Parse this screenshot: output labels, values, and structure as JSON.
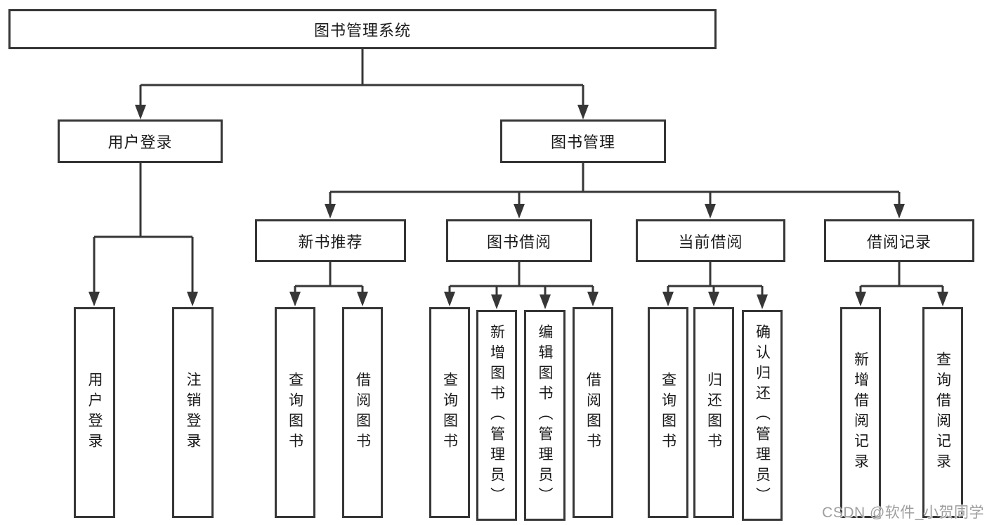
{
  "nodes": {
    "root": "图书管理系统",
    "user_login": "用户登录",
    "book_mgmt": "图书管理",
    "new_book_rec": "新书推荐",
    "book_borrow": "图书借阅",
    "current_borrow": "当前借阅",
    "borrow_record": "借阅记录",
    "ul_login": "用户登录",
    "ul_logout": "注销登录",
    "nbr_query_book": "查询图书",
    "nbr_borrow_book": "借阅图书",
    "bb_query_book": "查询图书",
    "bb_add_book": "新增图书（管理员）",
    "bb_edit_book": "编辑图书（管理员）",
    "bb_borrow_book": "借阅图书",
    "cb_query_book": "查询图书",
    "cb_return_book": "归还图书",
    "cb_confirm_return": "确认归还（管理员）",
    "br_add_record": "新增借阅记录",
    "br_query_record": "查询借阅记录"
  },
  "tree": {
    "root": [
      "user_login",
      "book_mgmt"
    ],
    "user_login": [
      "ul_login",
      "ul_logout"
    ],
    "book_mgmt": [
      "new_book_rec",
      "book_borrow",
      "current_borrow",
      "borrow_record"
    ],
    "new_book_rec": [
      "nbr_query_book",
      "nbr_borrow_book"
    ],
    "book_borrow": [
      "bb_query_book",
      "bb_add_book",
      "bb_edit_book",
      "bb_borrow_book"
    ],
    "current_borrow": [
      "cb_query_book",
      "cb_return_book",
      "cb_confirm_return"
    ],
    "borrow_record": [
      "br_add_record",
      "br_query_record"
    ]
  },
  "watermark": "CSDN @软件_小贺同学",
  "colors": {
    "line": "#363636",
    "text": "#1a1a1a",
    "node_fill": "#ffffff",
    "background": "#ffffff",
    "watermark": "#9e9e9e"
  }
}
